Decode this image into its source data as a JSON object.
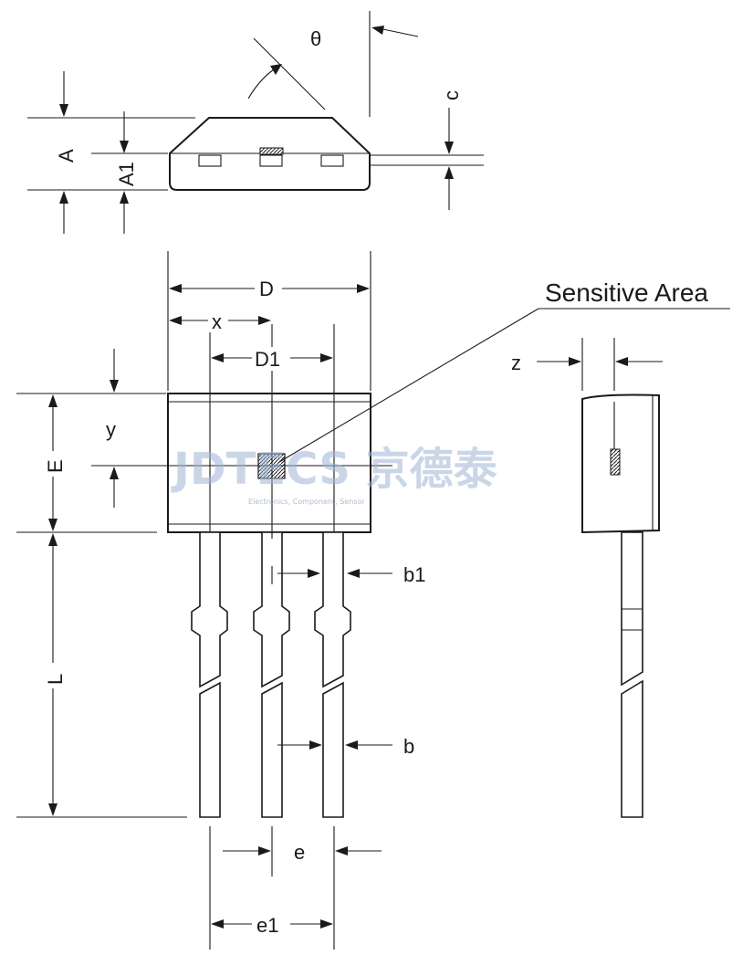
{
  "labels": {
    "theta": "θ",
    "c": "c",
    "A": "A",
    "A1": "A1",
    "D": "D",
    "x": "x",
    "D1": "D1",
    "sensitive_area": "Sensitive Area",
    "z": "z",
    "y": "y",
    "E": "E",
    "b1": "b1",
    "L": "L",
    "b": "b",
    "e": "e",
    "e1": "e1"
  },
  "watermark": {
    "brand": "JDTECS 京德泰",
    "tagline": "Electronics, Component, Sensor"
  }
}
